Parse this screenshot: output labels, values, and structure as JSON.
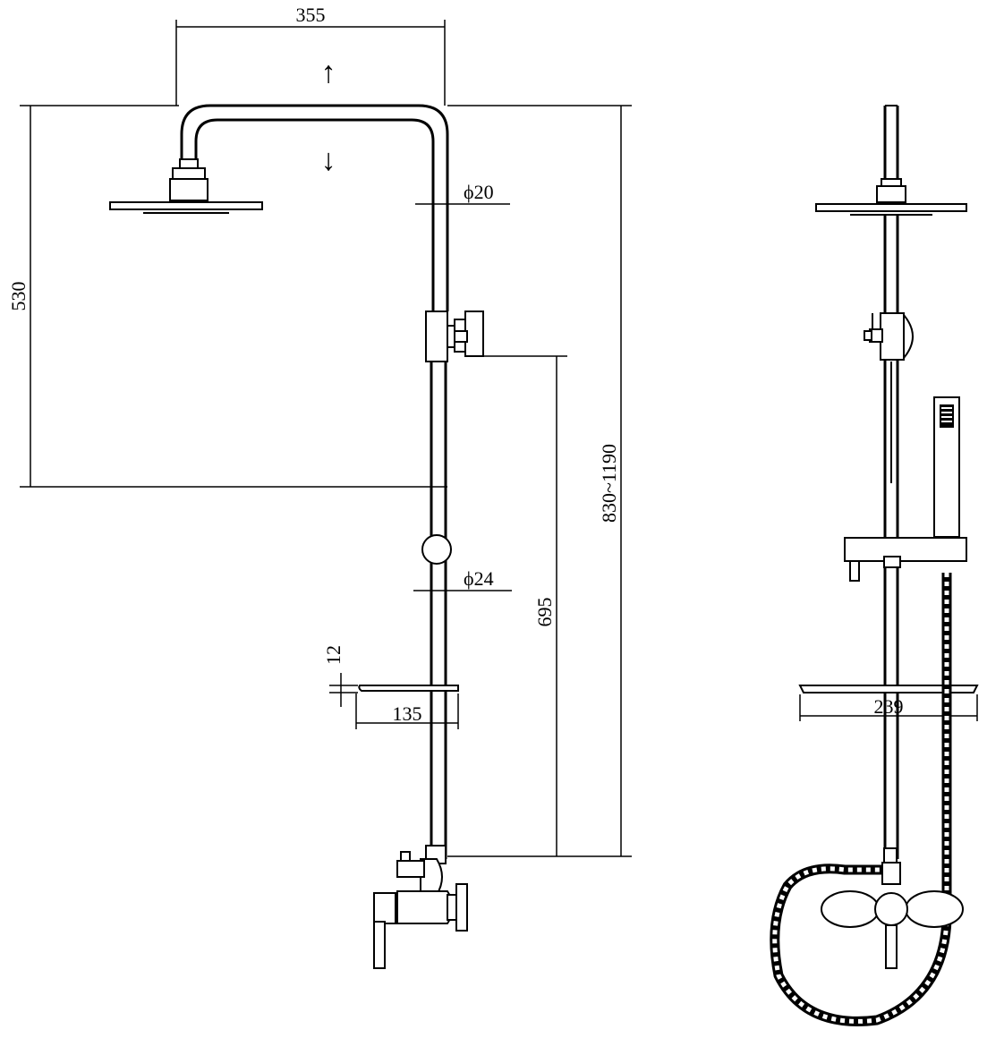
{
  "labels": {
    "width_arm": "355",
    "diameter_upper": "ϕ20",
    "height_upper": "530",
    "height_total": "830~1190",
    "height_mid": "695",
    "diameter_lower": "ϕ24",
    "shelf_thickness": "12",
    "shelf_depth": "135",
    "shelf_width": "239"
  },
  "arrows": {
    "up": "↑",
    "down": "↓"
  }
}
